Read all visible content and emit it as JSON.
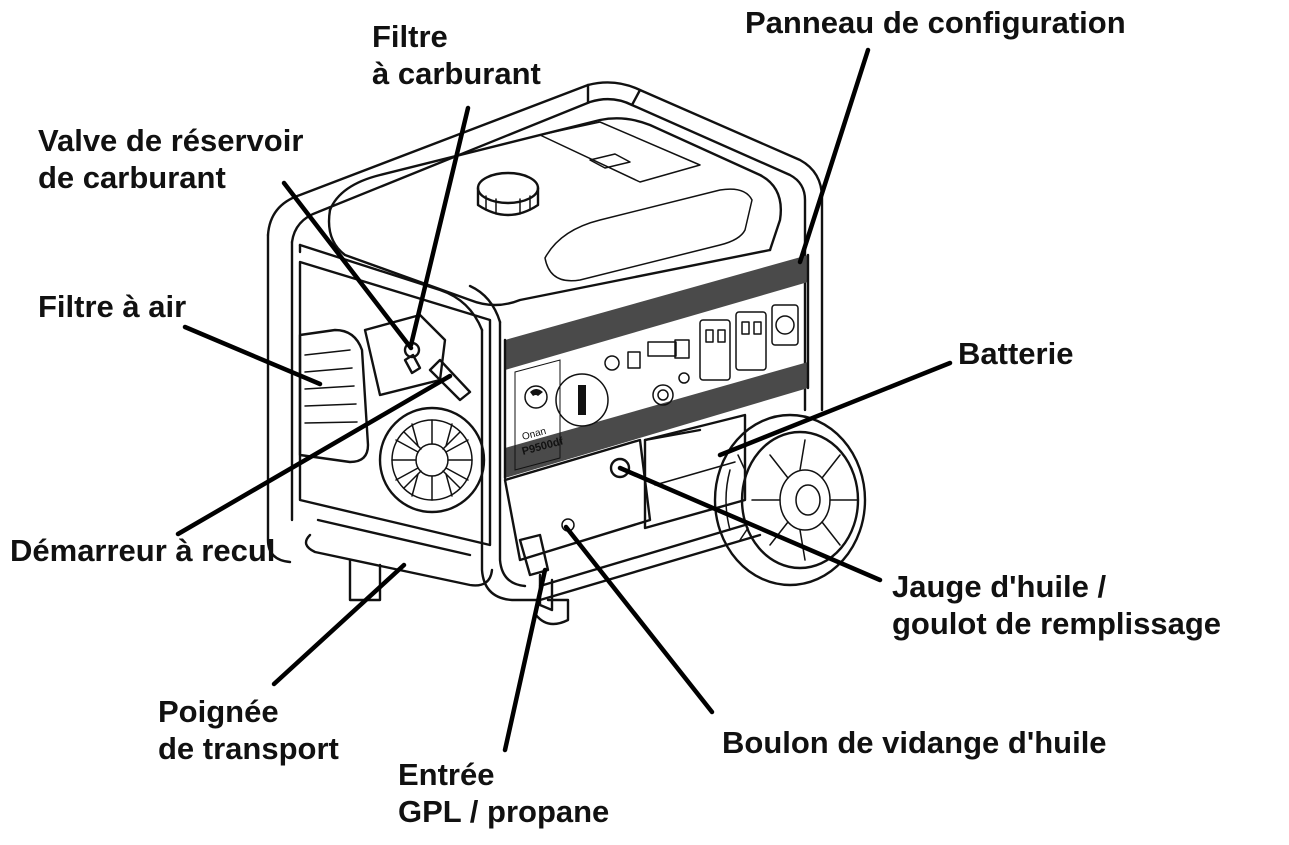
{
  "figure": {
    "brand_text": "Onan",
    "model_text": "P9500df",
    "colors": {
      "line": "#111111",
      "band": "#4a4a4a",
      "background": "#ffffff"
    }
  },
  "callouts": {
    "fuel_filter": {
      "line1": "Filtre",
      "line2": "à carburant"
    },
    "control_panel": {
      "line1": "Panneau de configuration"
    },
    "fuel_tank_valve": {
      "line1": "Valve de réservoir",
      "line2": "de carburant"
    },
    "air_filter": {
      "line1": "Filtre à air"
    },
    "battery": {
      "line1": "Batterie"
    },
    "recoil_starter": {
      "line1": "Démarreur à recul"
    },
    "oil_dipstick": {
      "line1": "Jauge d'huile /",
      "line2": "goulot de remplissage"
    },
    "carry_handle": {
      "line1": "Poignée",
      "line2": "de transport"
    },
    "oil_drain_bolt": {
      "line1": "Boulon de vidange d'huile"
    },
    "lpg_inlet": {
      "line1": "Entrée",
      "line2": "GPL / propane"
    }
  }
}
